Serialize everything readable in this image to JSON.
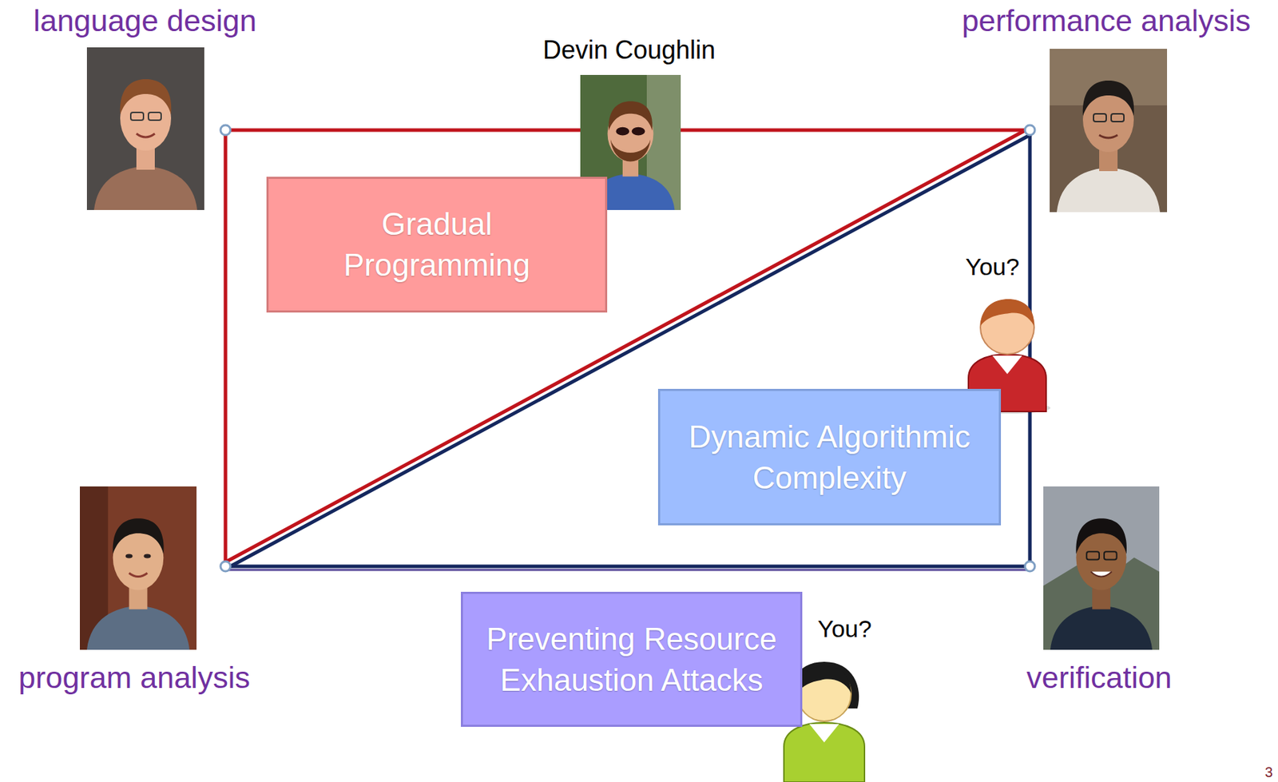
{
  "diagram": {
    "nodes": [
      {
        "text": [
          "Gradual Programming"
        ]
      },
      {
        "text": [
          "Dynamic Algorithmic Complexity"
        ]
      },
      {
        "text": [
          "Preventing Resource Exhaustion Attacks"
        ]
      }
    ],
    "labels": [
      "language design",
      "performance analysis",
      "Devin Coughlin",
      "You?",
      "program analysis",
      "You?",
      "verification",
      "3"
    ]
  }
}
